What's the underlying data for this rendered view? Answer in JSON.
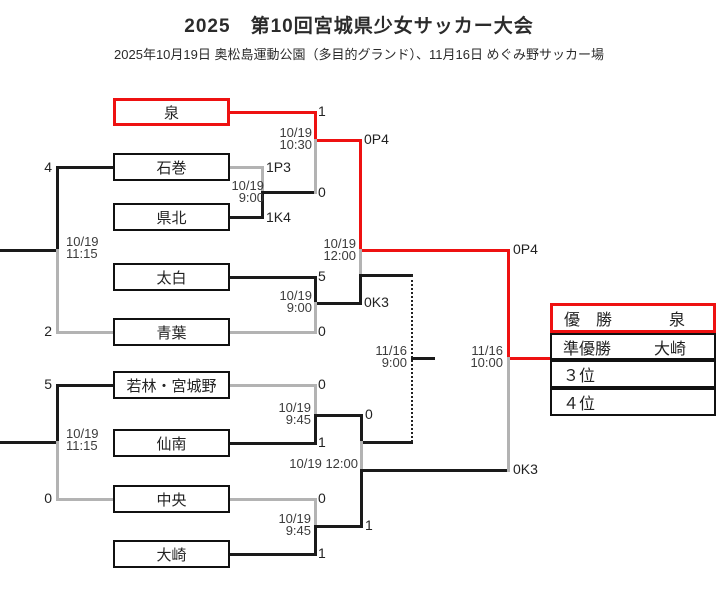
{
  "header": {
    "title": "2025　第10回宮城県少女サッカー大会",
    "subtitle": "2025年10月19日 奥松島運動公園（多目的グランド）、11月16日 めぐみ野サッカー場"
  },
  "teams": [
    "泉",
    "石巻",
    "県北",
    "太白",
    "青葉",
    "若林・宮城野",
    "仙南",
    "中央",
    "大崎"
  ],
  "bracket": {
    "quarterfinal": {
      "date": "10/19",
      "time": "10:30",
      "scores": [
        "1",
        "0"
      ]
    },
    "round1": [
      {
        "date": "10/19",
        "time": "9:00",
        "scores": [
          "1P3",
          "1K4"
        ]
      },
      {
        "date": "10/19",
        "time": "9:00",
        "scores": [
          "5",
          "0"
        ]
      },
      {
        "date": "10/19",
        "time": "9:45",
        "scores": [
          "0",
          "1"
        ]
      },
      {
        "date": "10/19",
        "time": "9:45",
        "scores": [
          "0",
          "1"
        ]
      }
    ],
    "semifinals": [
      {
        "date": "10/19",
        "time": "12:00",
        "scores": [
          "0P4",
          "0K3"
        ]
      },
      {
        "date": "10/19",
        "time": "12:00",
        "scores": [
          "0",
          "1"
        ]
      }
    ],
    "final": {
      "date": "11/16",
      "time": "10:00",
      "scores": [
        "0P4",
        "0K3"
      ]
    },
    "third_place": {
      "date": "11/16",
      "time": "9:00"
    },
    "consolation": [
      {
        "date": "10/19",
        "time": "11:15",
        "scores": [
          "4",
          "2"
        ]
      },
      {
        "date": "10/19",
        "time": "11:15",
        "scores": [
          "5",
          "0"
        ]
      }
    ]
  },
  "results": {
    "rows": [
      {
        "label": "優　勝",
        "value": "泉"
      },
      {
        "label": "準優勝",
        "value": "大崎"
      },
      {
        "label": "３位",
        "value": ""
      },
      {
        "label": "４位",
        "value": ""
      }
    ]
  },
  "colors": {
    "champion_path": "#ee1111",
    "line": "#1a1a1a",
    "eliminated": "#b3b3b3"
  }
}
